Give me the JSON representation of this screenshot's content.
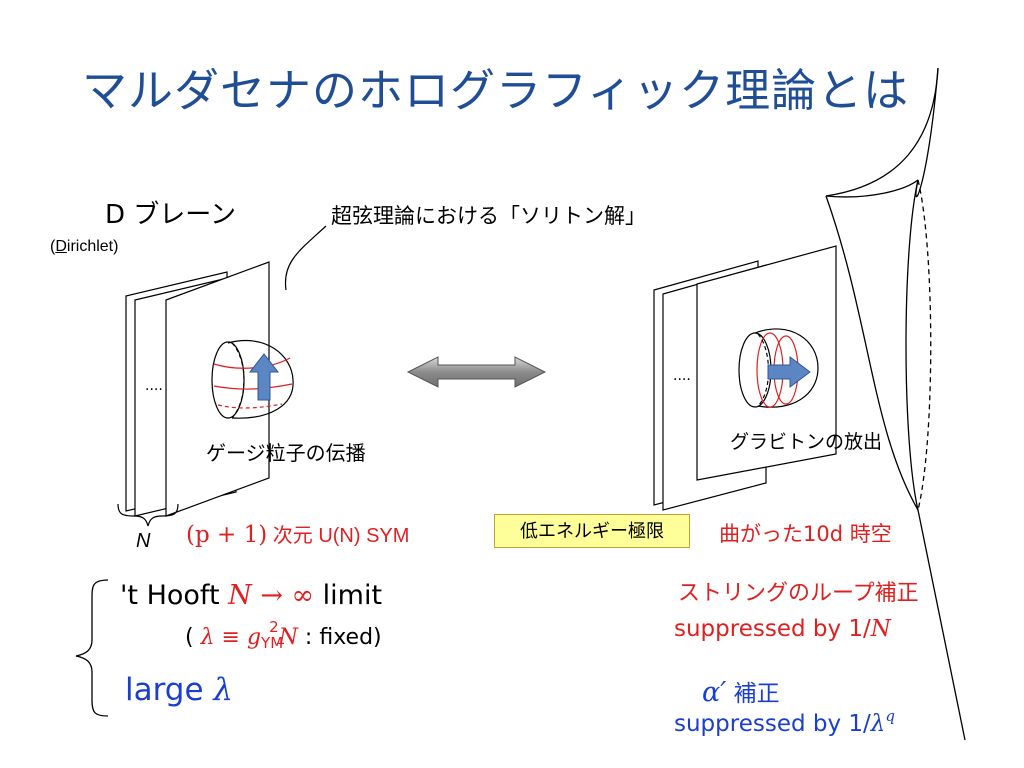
{
  "title": "マルダセナのホログラフィック理論とは",
  "left": {
    "dbrane_label": "D ブレーン",
    "dirichlet_open": "(",
    "dirichlet_u": "D",
    "dirichlet_rest": "irichlet)",
    "soliton_label": "超弦理論における「ソリトン解」",
    "gauge_label": "ゲージ粒子の伝播",
    "dots": "....",
    "n_label": "N"
  },
  "right": {
    "graviton_label": "グラビトンの放出",
    "dots": "...."
  },
  "bottom": {
    "sym_math": "(p + 1)",
    "sym_text": " 次元 U(N) SYM",
    "low_energy": "低エネルギー極限",
    "curved_spacetime": "曲がった10d 時空",
    "thooft_text": "'t Hooft ",
    "thooft_n": "N",
    "thooft_arrow": " → ∞ ",
    "thooft_limit": "limit",
    "fixed_open": "( ",
    "fixed_lambda": "λ ≡ g",
    "fixed_sup": "2",
    "fixed_sub": "YM",
    "fixed_n": "N",
    "fixed_close": " :  fixed)",
    "large_text": "large ",
    "large_lambda": "λ",
    "string_loop": "ストリングのループ補正",
    "supp1_text": "suppressed by 1/",
    "supp1_n": "N",
    "alpha_symbol": "α′",
    "alpha_text": " 補正",
    "supp2_text": "suppressed by 1/",
    "supp2_lambda": "λ",
    "supp2_q": "q"
  },
  "colors": {
    "title": "#1f4e96",
    "red": "#e02020",
    "blue": "#1a3fd0",
    "arrow": "#5b86c3",
    "highlight": "#ffff99"
  }
}
